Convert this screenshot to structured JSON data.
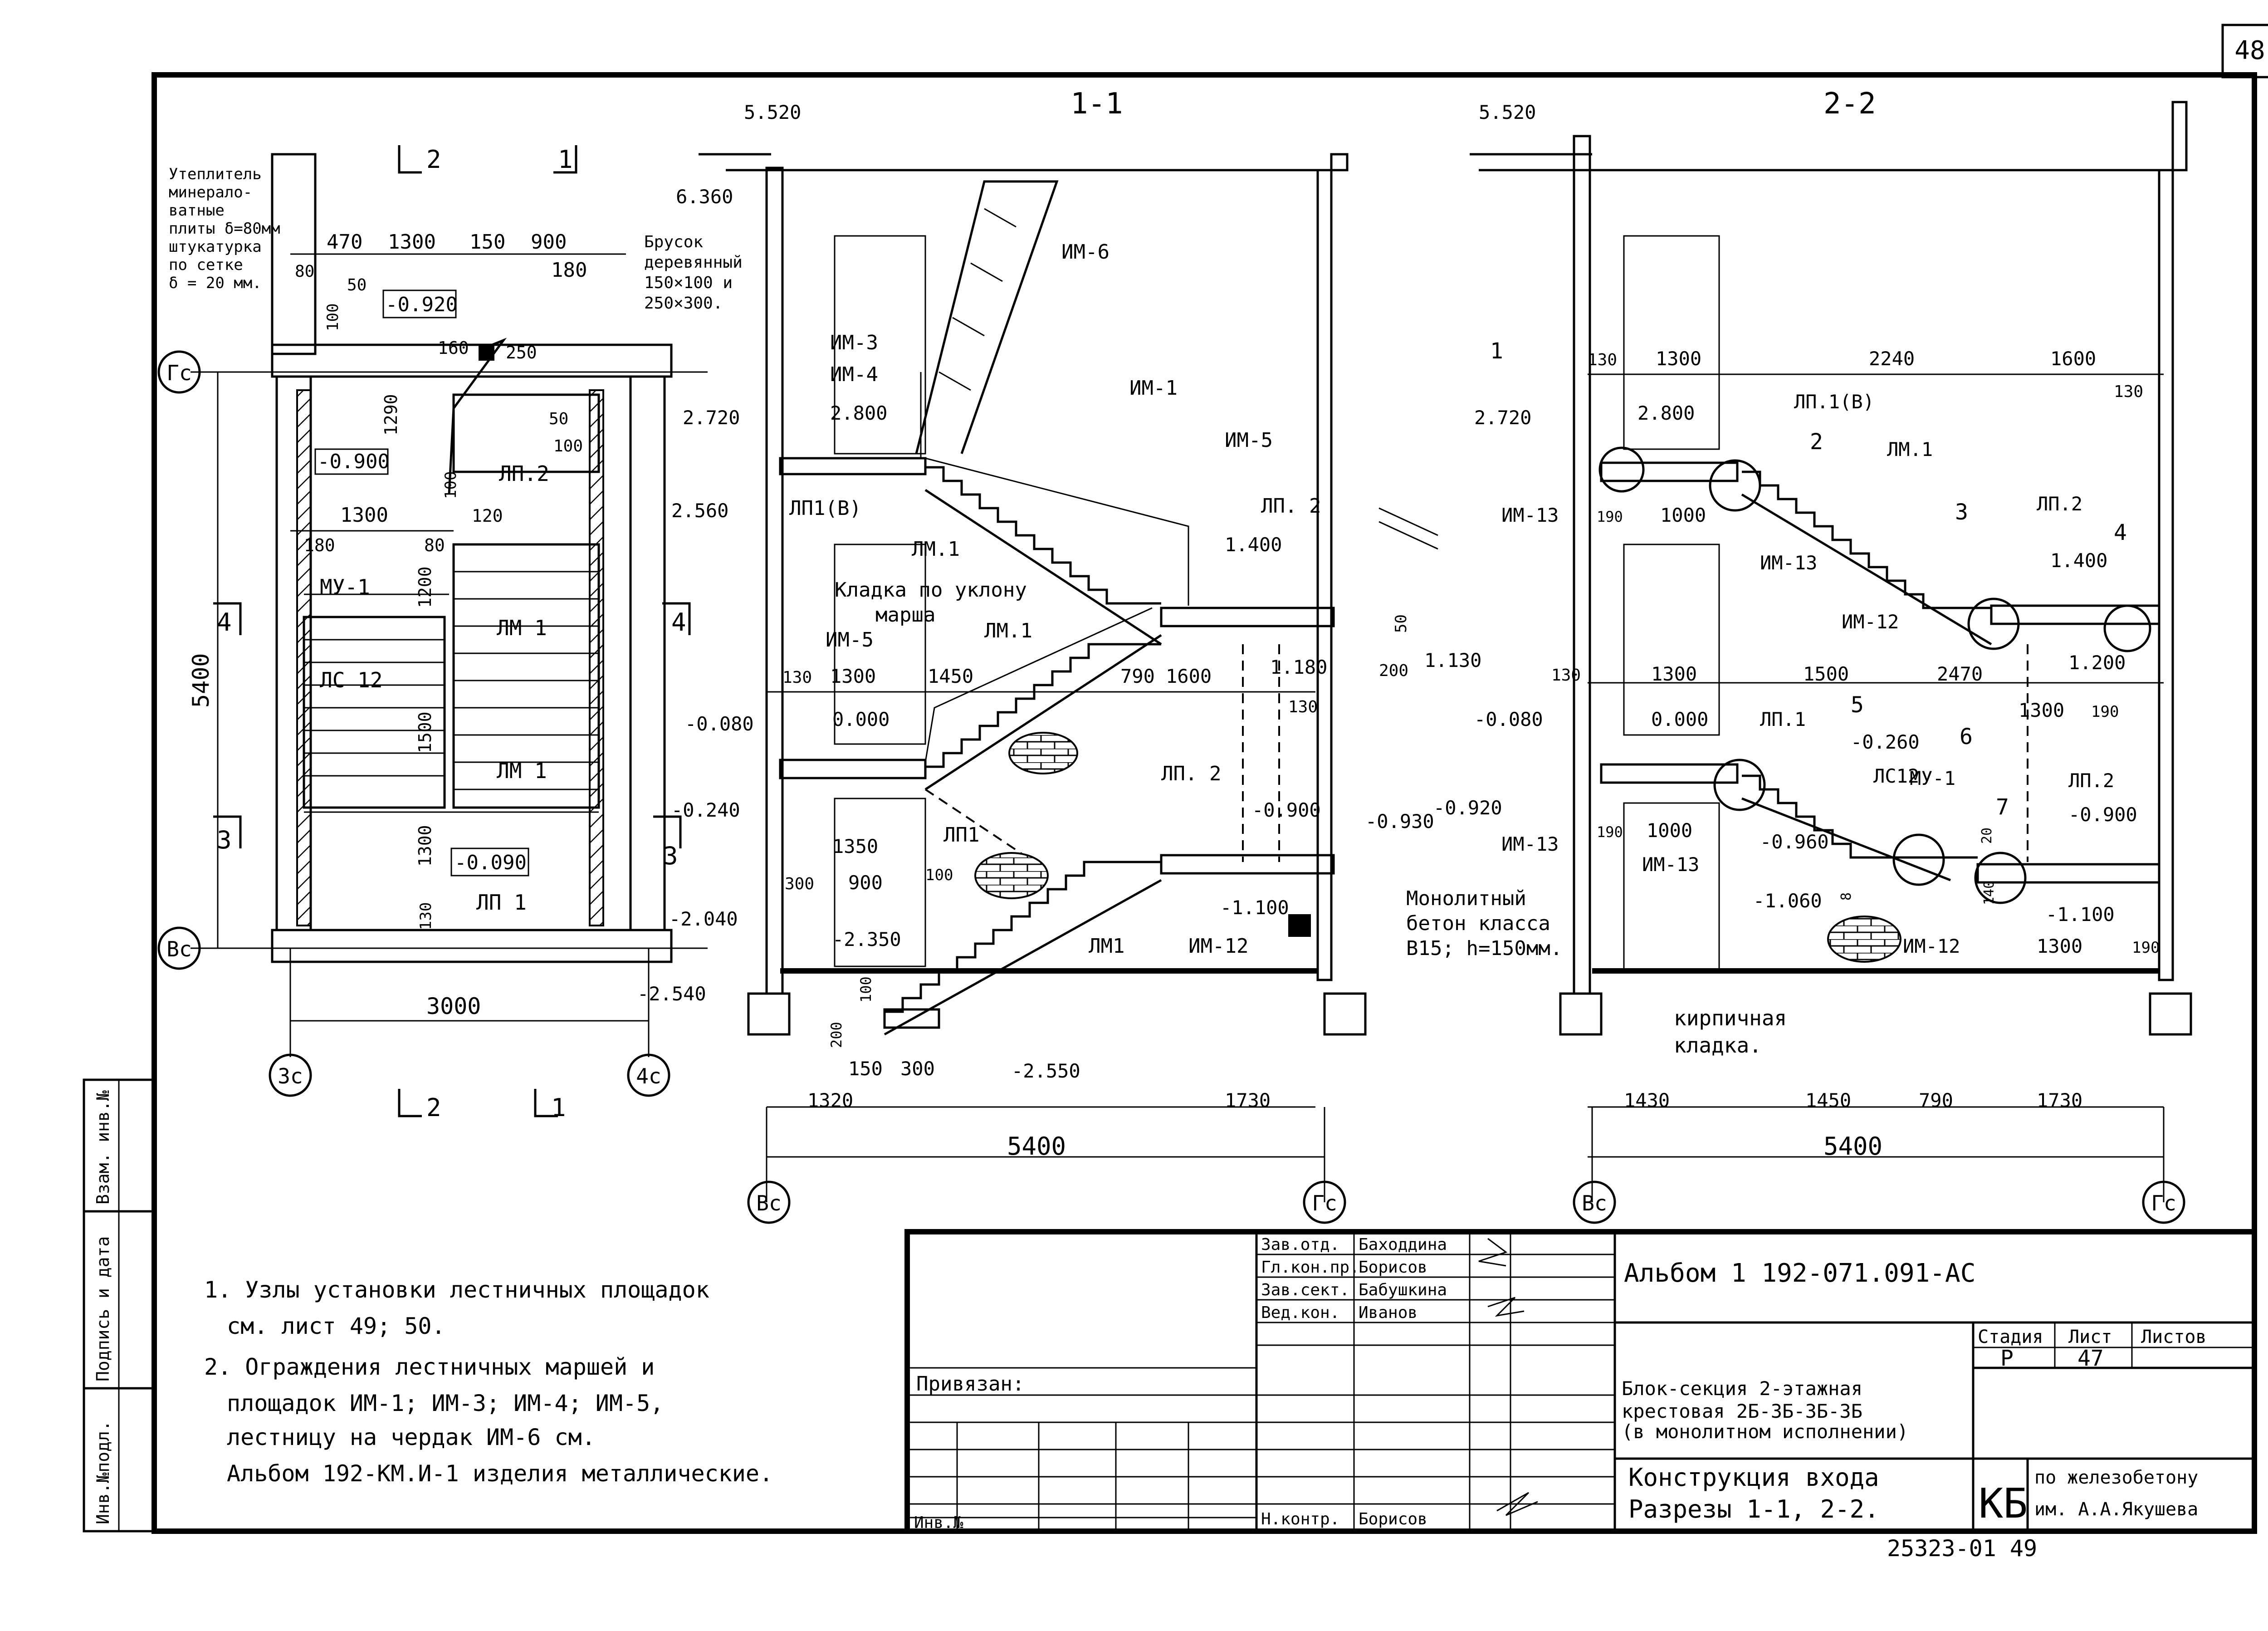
{
  "sheet_number": "48",
  "stamp_number": "25323-01  49",
  "plan": {
    "axes": {
      "gc": "Гс",
      "vc": "Вс",
      "3c": "3с",
      "4c": "4с"
    },
    "insulation_note": [
      "Утеплитель",
      "минерало-",
      "ватные",
      "плиты δ=80мм",
      "штукатурка",
      "по сетке",
      "δ = 20 мм."
    ],
    "brusok_note": [
      "Брусок",
      "деревянный",
      "150×100 и",
      "250×300."
    ],
    "dims": {
      "d470": "470",
      "d1300a": "1300",
      "d150": "150",
      "d900": "900",
      "d180a": "180",
      "d80a": "80",
      "d50a": "50",
      "d100a": "100",
      "d160": "160",
      "d250": "250",
      "d1290": "1290",
      "d50b": "50",
      "d100b": "100",
      "d100c": "100",
      "d1300b": "1300",
      "d120": "120",
      "d180b": "180",
      "d80b": "80",
      "d1200": "1200",
      "d1500": "1500",
      "d1300c": "1300",
      "d130": "130",
      "d5400": "5400",
      "d3000": "3000"
    },
    "levels": {
      "l1": "-0.920",
      "l2": "-0.900",
      "l3": "-0.090"
    },
    "labels": {
      "lp2": "ЛП.2",
      "mu1": "МУ-1",
      "lm1a": "ЛМ 1",
      "lm1b": "ЛМ 1",
      "ls12": "ЛС 12",
      "lp1": "ЛП 1"
    },
    "cuts": {
      "c1": "1",
      "c2": "2",
      "c3": "3",
      "c4": "4"
    }
  },
  "section1": {
    "title": "1-1",
    "levels": {
      "a": "5.520",
      "b": "6.360",
      "c": "2.720",
      "d": "2.800",
      "e": "2.560",
      "f": "1.400",
      "g": "1.180",
      "h": "1.130",
      "i": "-0.080",
      "j": "0.000",
      "k": "-0.240",
      "l": "-0.900",
      "m": "-0.930",
      "n": "-0.920",
      "o": "-1.100",
      "p": "-2.040",
      "q": "-2.350",
      "r": "-2.540",
      "s": "-2.550"
    },
    "labels": {
      "im6": "ИМ-6",
      "im3": "ИМ-3",
      "im4": "ИМ-4",
      "im1": "ИМ-1",
      "im5a": "ИМ-5",
      "lp2": "ЛП. 2",
      "lp1v": "ЛП1(В)",
      "lm1a": "ЛМ.1",
      "kladka": "Кладка по уклону",
      "marsha": "марша",
      "im5b": "ИМ-5",
      "lm1b": "ЛМ.1",
      "lp2b": "ЛП. 2",
      "lp1": "ЛП1",
      "lm1c": "ЛМ1",
      "im12": "ИМ-12",
      "monolit": [
        "Монолитный",
        "бетон класса",
        "B15; h=150мм."
      ]
    },
    "dims": {
      "d130a": "130",
      "d1300": "1300",
      "d1450": "1450",
      "d790": "790",
      "d1600": "1600",
      "d130b": "130",
      "d50": "50",
      "d200": "200",
      "d1350": "1350",
      "d300a": "300",
      "d900": "900",
      "d100a": "100",
      "d100b": "100",
      "d200b": "200",
      "d150": "150",
      "d300b": "300",
      "d1320": "1320",
      "d1730": "1730",
      "d5400": "5400"
    },
    "axes": {
      "vc": "Вс",
      "gc": "Гс"
    }
  },
  "section2": {
    "title": "2-2",
    "levels": {
      "a": "5.520",
      "b": "2.720",
      "c": "2.800",
      "d": "1.400",
      "e": "1.200",
      "f": "-0.080",
      "g": "0.000",
      "h": "-0.260",
      "i": "-0.960",
      "j": "-1.060",
      "k": "-0.900",
      "l": "-1.100"
    },
    "labels": {
      "n1": "1",
      "n2": "2",
      "n3": "3",
      "n4": "4",
      "n5": "5",
      "n6": "6",
      "n7": "7",
      "lp1v": "ЛП.1(В)",
      "lm1": "ЛМ.1",
      "lp2a": "ЛП.2",
      "im13a": "ИМ-13",
      "im13b": "ИМ-13",
      "im12a": "ИМ-12",
      "lp1": "ЛП.1",
      "ls12": "ЛС12",
      "mu1": "МУ-1",
      "lp2b": "ЛП.2",
      "im13c": "ИМ-13",
      "im13d": "ИМ-13",
      "im12b": "ИМ-12",
      "kirp": [
        "кирпичная",
        "кладка."
      ]
    },
    "dims": {
      "d130a": "130",
      "d1300a": "1300",
      "d2240": "2240",
      "d1600": "1600",
      "d130b": "130",
      "d190a": "190",
      "d1000a": "1000",
      "d130c": "130",
      "d1300b": "1300",
      "d1500": "1500",
      "d2470": "2470",
      "d1300c": "1300",
      "d190b": "190",
      "d190c": "190",
      "d1000b": "1000",
      "d20": "20",
      "d140": "140",
      "d8": "8",
      "d1300d": "1300",
      "d190d": "190",
      "d1430": "1430",
      "d1450": "1450",
      "d790": "790",
      "d1730": "1730",
      "d5400": "5400"
    },
    "axes": {
      "vc": "Вс",
      "gc": "Гс"
    }
  },
  "notes": [
    "1. Узлы установки лестничных площадок",
    "см. лист  49; 50.",
    "2. Ограждения лестничных маршей и",
    "площадок ИМ-1; ИМ-3; ИМ-4; ИМ-5,",
    "лестницу на чердак ИМ-6 см.",
    "Альбом 192-КМ.И-1 изделия металлические."
  ],
  "side_stamp": [
    "Инв.№подл.",
    "Подпись и дата",
    "Взам. инв.№"
  ],
  "title_block": {
    "roles": [
      [
        "Зав.отд.",
        "Баходдина"
      ],
      [
        "Гл.кон.пр.",
        "Борисов"
      ],
      [
        "Зав.сект.",
        "Бабушкина"
      ],
      [
        "Вед.кон.",
        "Иванов"
      ]
    ],
    "n_kontr": [
      "Н.контр.",
      "Борисов"
    ],
    "privyazan": "Привязан:",
    "inv_no": "Инв.№",
    "album": "Альбом 1   192-071.091-АС",
    "project": [
      "Блок-секция 2-этажная",
      "крестовая 2Б-3Б-3Б-3Б",
      "(в монолитном исполнении)"
    ],
    "sheet_title": [
      "Конструкция входа",
      "Разрезы 1-1, 2-2."
    ],
    "stage_header": "Стадия",
    "list_header": "Лист",
    "lists_header": "Листов",
    "stage": "Р",
    "list": "47",
    "org_code": "КБ",
    "org": [
      "по железобетону",
      "им. А.А.Якушева"
    ]
  }
}
